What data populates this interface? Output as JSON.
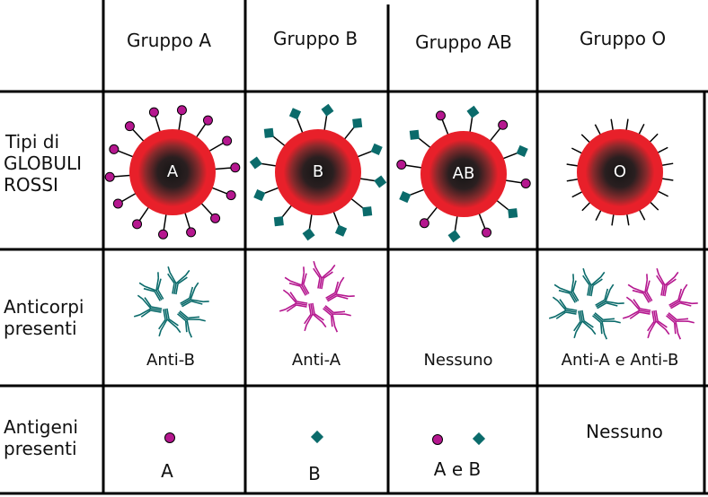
{
  "columns": [
    "Gruppo A",
    "Gruppo B",
    "Gruppo AB",
    "Gruppo O"
  ],
  "rows": {
    "cells": [
      "Tipi di",
      "GLOBULI",
      "ROSSI"
    ],
    "antibodies": [
      "Anticorpi",
      "presenti"
    ],
    "antigens": [
      "Antigeni",
      "presenti"
    ]
  },
  "cells": {
    "a": "A",
    "b": "B",
    "ab": "AB",
    "o": "O"
  },
  "antibody_labels": [
    "Anti-B",
    "Anti-A",
    "Nessuno",
    "Anti-A e Anti-B"
  ],
  "antigen_labels": [
    "A",
    "B",
    "A e B",
    "Nessuno"
  ],
  "colors": {
    "antigen_a": "#b5178f",
    "antigen_b": "#0b6b6b",
    "cell_red": "#e8202a",
    "cell_core": "#1a1a1a",
    "grid": "#000000"
  }
}
